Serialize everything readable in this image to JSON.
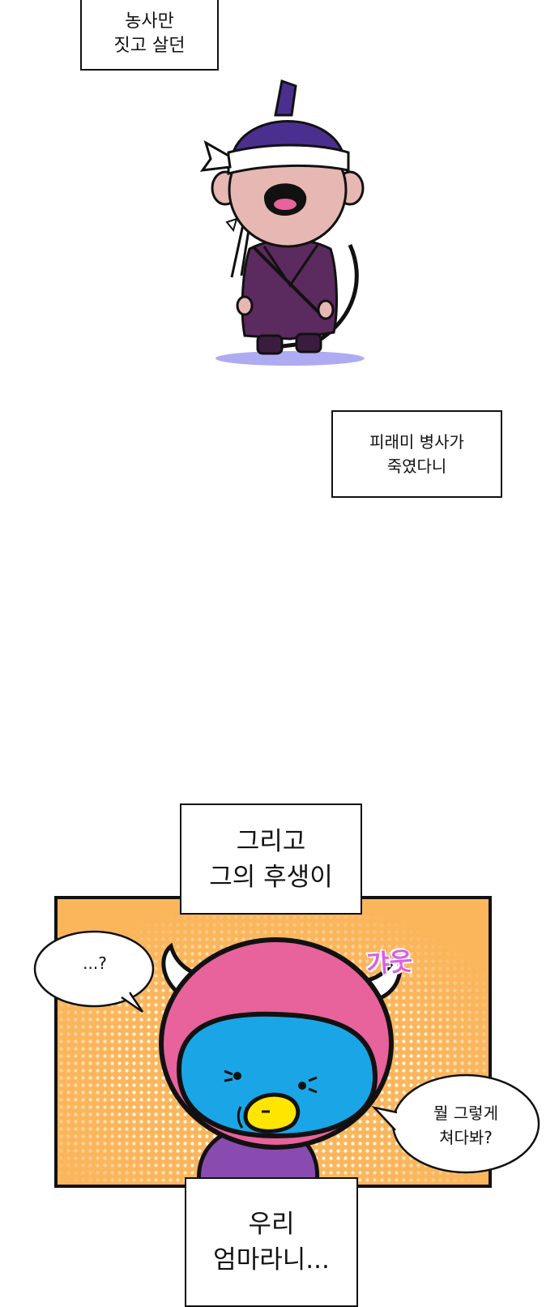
{
  "captions": {
    "caption1": [
      "농사만",
      "짓고 살던"
    ],
    "caption2": [
      "피래미 병사가",
      "죽였다니"
    ],
    "caption3": [
      "그리고",
      "그의 후생이"
    ],
    "caption4": [
      "우리",
      "엄마라니..."
    ]
  },
  "bubbles": {
    "bubble1": "...?",
    "bubble2": [
      "뭘 그렇게",
      "쳐다봐?"
    ]
  },
  "sfx": "갸웃",
  "colors": {
    "ink": "#111111",
    "panel_bg": "#fbb65c",
    "halftone": "#ffffff",
    "character_hood": "#e8629b",
    "character_face": "#1aa6e6",
    "character_beak": "#ffe600",
    "character_body": "#8a4bb0",
    "soldier_hat": "#4a2f8f",
    "soldier_skin": "#e7b8b3",
    "soldier_robe": "#5b2a5e",
    "shadow": "#9a96f0",
    "sfx": "#d960e0"
  },
  "icons": [
    "soldier-illustration",
    "devil-bird-character"
  ]
}
